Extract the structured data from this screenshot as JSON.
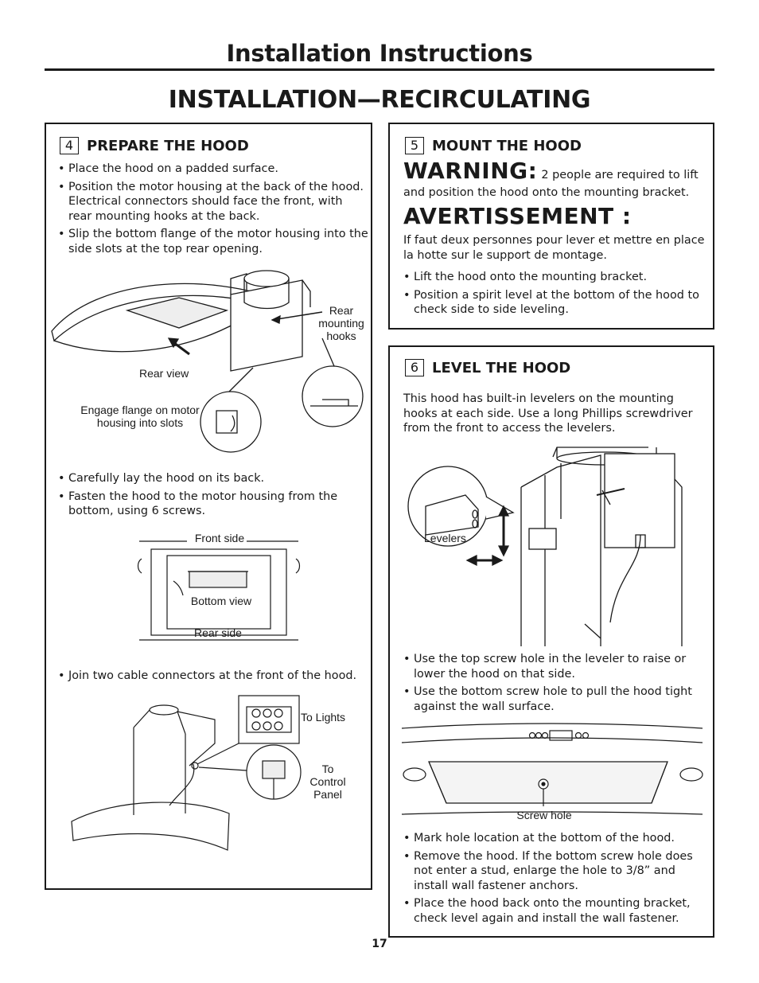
{
  "header": {
    "title": "Installation Instructions",
    "section": "INSTALLATION—RECIRCULATING"
  },
  "step4": {
    "num": "4",
    "title": "PREPARE THE HOOD",
    "bullets_a": [
      "Place the hood on a padded surface.",
      "Position the motor housing at the back of the hood. Electrical connectors should face the front, with rear mounting hooks at the back.",
      "Slip the bottom flange of the motor housing into the side slots at the top rear opening."
    ],
    "fig1": {
      "rear_view": "Rear view",
      "rear_hooks": "Rear mounting hooks",
      "engage": "Engage flange on motor housing into slots"
    },
    "bullets_b": [
      "Carefully lay the hood on its back.",
      "Fasten the hood to the motor housing from the bottom, using 6 screws."
    ],
    "fig2": {
      "front_side": "Front side",
      "bottom_view": "Bottom view",
      "rear_side": "Rear side"
    },
    "bullets_c": [
      "Join two cable connectors at the front of the hood."
    ],
    "fig3": {
      "to_lights": "To Lights",
      "to_control": "To Control Panel"
    }
  },
  "step5": {
    "num": "5",
    "title": "MOUNT THE HOOD",
    "warning_word": "WARNING:",
    "warning_text": "2 people are required to lift and position the hood onto the mounting bracket.",
    "avert_word": "AVERTISSEMENT :",
    "avert_text": "If faut deux personnes pour lever et mettre en place la hotte sur le support de montage.",
    "bullets": [
      "Lift the hood onto the mounting bracket.",
      "Position a spirit level at the bottom of the hood to check side to side leveling."
    ]
  },
  "step6": {
    "num": "6",
    "title": "LEVEL THE HOOD",
    "intro": "This hood has built-in levelers on the mounting hooks at each side. Use a long Phillips screwdriver from the front to access the levelers.",
    "fig1": {
      "levelers": "Levelers"
    },
    "bullets_a": [
      "Use the top screw hole in the leveler to raise or lower the hood on that side.",
      "Use the bottom screw hole to pull the hood tight against the wall surface."
    ],
    "fig2": {
      "screw_hole": "Screw hole"
    },
    "bullets_b": [
      "Mark hole location at the bottom of the hood.",
      "Remove the hood. If the bottom screw hole does not enter a stud, enlarge the hole to 3/8” and install wall fastener anchors.",
      "Place the hood back onto the mounting bracket, check level again and install the wall fastener."
    ]
  },
  "page_number": "17"
}
